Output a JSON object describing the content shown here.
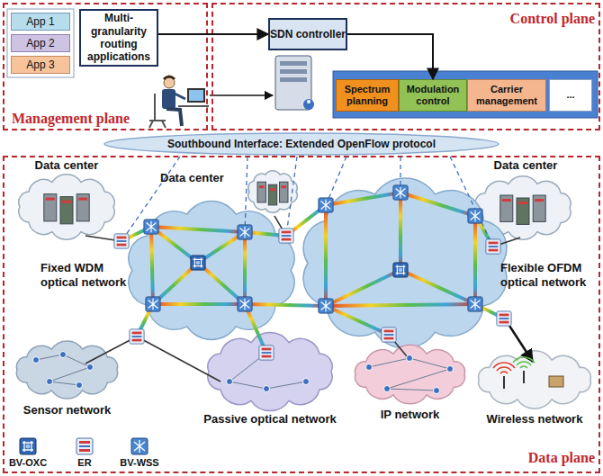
{
  "diagram": {
    "nodes": [
      {
        "text": [
          "Management plane"
        ]
      },
      {
        "text": [
          "App 1"
        ],
        "in": 0
      },
      {
        "text": [
          "App 2"
        ],
        "in": 0
      },
      {
        "text": [
          "App 3"
        ],
        "in": 0
      },
      {
        "text": [
          "Multi-granularity routing applications"
        ],
        "in": 0
      },
      {
        "text": [
          "Control plane"
        ]
      },
      {
        "text": [
          "SDN controller"
        ],
        "in": 5
      },
      {
        "text": [
          "Spectrum planning"
        ],
        "in": 5
      },
      {
        "text": [
          "Modulation control"
        ],
        "in": 5
      },
      {
        "text": [
          "Carrier management"
        ],
        "in": 5
      },
      {
        "text": [
          "..."
        ],
        "in": 5
      },
      {
        "text": [
          "Southbound Interface: Extended OpenFlow protocol"
        ]
      },
      {
        "text": [
          "Data plane"
        ]
      },
      {
        "text": [
          "Data center"
        ],
        "in": 12
      },
      {
        "text": [
          "Data center"
        ],
        "in": 12
      },
      {
        "text": [
          "Data center"
        ],
        "in": 12
      },
      {
        "text": [
          "Fixed WDM optical network"
        ],
        "in": 12
      },
      {
        "text": [
          "Flexible OFDM optical network"
        ],
        "in": 12
      },
      {
        "text": [
          "Sensor network"
        ],
        "in": 12
      },
      {
        "text": [
          "Passive optical network"
        ],
        "in": 12
      },
      {
        "text": [
          "IP network"
        ],
        "in": 12
      },
      {
        "text": [
          "Wireless network"
        ],
        "in": 12
      }
    ],
    "edges": [
      {
        "from": 4,
        "to": 6,
        "arrow": "to"
      },
      {
        "from": 6,
        "to": 8,
        "arrow": "to"
      }
    ],
    "legend": [
      {
        "text": "BV-OXC"
      },
      {
        "text": "ER"
      },
      {
        "text": "BV-WSS"
      }
    ]
  }
}
